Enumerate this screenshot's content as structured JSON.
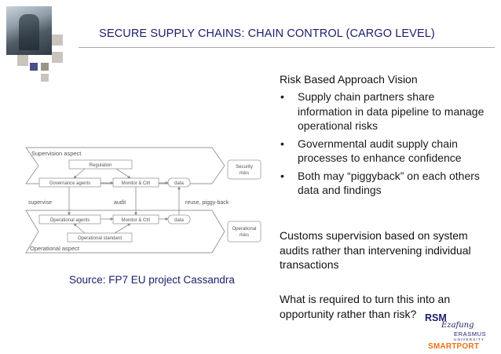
{
  "slide": {
    "title": "SECURE SUPPLY CHAINS: CHAIN CONTROL (CARGO LEVEL)",
    "source": "Source: FP7 EU project Cassandra"
  },
  "right": {
    "heading": "Risk Based Approach Vision",
    "bullet_symbol": "•",
    "bullets": [
      "Supply chain partners share information in data pipeline to manage operational risks",
      "Governmental audit supply chain processes to enhance confidence",
      "Both may “piggyback” on each others data and findings"
    ],
    "para1": "Customs supervision based on system audits rather than intervening individual transactions",
    "para2": "What is required to turn this into an opportunity rather than risk?"
  },
  "diagram": {
    "supervision_aspect": "Supervision aspect",
    "regulation": "Regulation",
    "governance_agents": "Governance agents",
    "monitor_ctrl_top": "Monitor & Ctrl",
    "data_top": "data",
    "security_risks_1": "Security",
    "security_risks_2": "risks",
    "supervise": "supervise",
    "audit": "audit",
    "reuse": "reuse, piggy-back",
    "operational_agents": "Operational agents",
    "monitor_ctrl_bottom": "Monitor & Ctrl",
    "data_bottom": "data",
    "operational_risks_1": "Operational",
    "operational_risks_2": "risks",
    "operational_standard": "Operational standard",
    "operational_aspect": "Operational aspect"
  },
  "logo": {
    "rsm": "RSM",
    "script": "Ezafung",
    "erasmus": "ERASMUS",
    "university": "UNIVERSITY",
    "smartport": "SMARTPORT"
  },
  "colors": {
    "title": "#1b1d6b",
    "tile_light": "#c9c4bd",
    "tile_mid": "#9b9488",
    "tile_dark": "#4a4f8c",
    "diagram_line": "#9a9a9a",
    "smartport": "#e8731b"
  }
}
